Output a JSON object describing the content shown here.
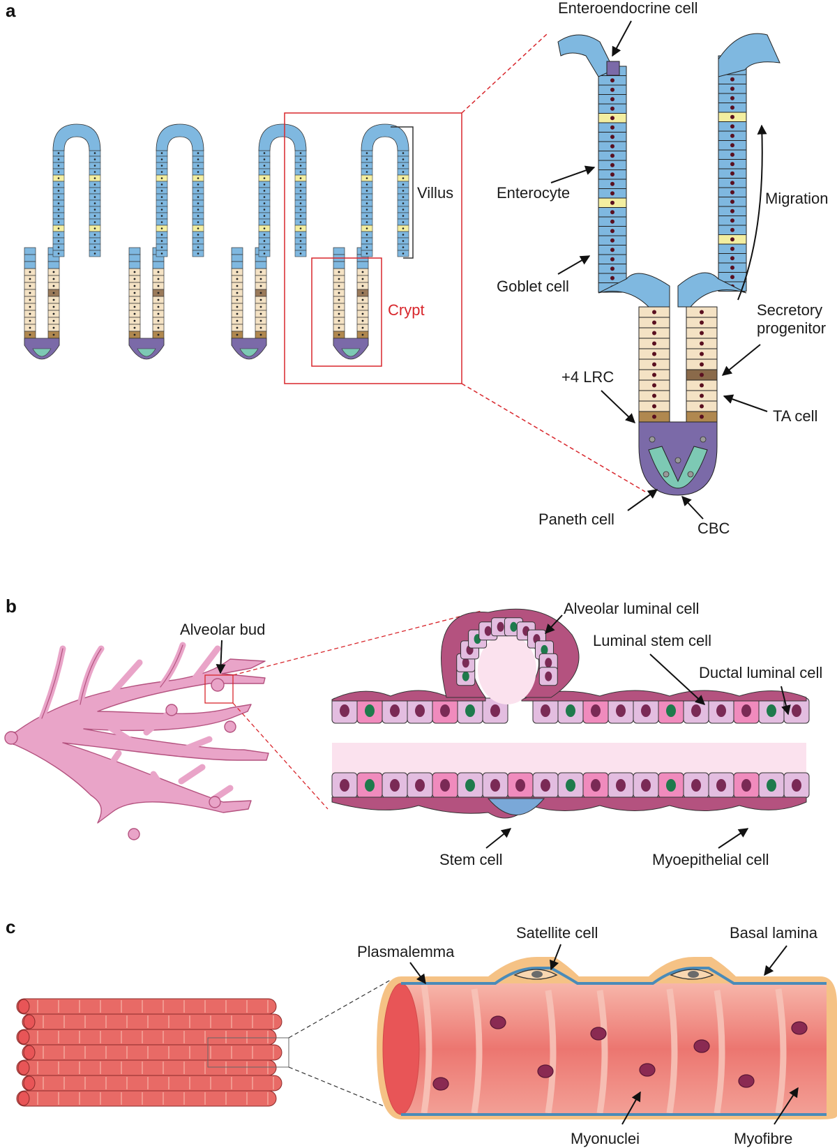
{
  "panels": {
    "a": {
      "letter": "a",
      "labels": {
        "villus": "Villus",
        "crypt": "Crypt",
        "enteroendocrine": "Enteroendocrine cell",
        "enterocyte": "Enterocyte",
        "migration": "Migration",
        "goblet": "Goblet cell",
        "secretory_1": "Secretory",
        "secretory_2": "progenitor",
        "lrc": "+4 LRC",
        "ta": "TA cell",
        "paneth": "Paneth cell",
        "cbc": "CBC"
      }
    },
    "b": {
      "letter": "b",
      "labels": {
        "alveolar_bud": "Alveolar bud",
        "alveolar_luminal": "Alveolar luminal cell",
        "luminal_stem": "Luminal stem cell",
        "ductal_luminal": "Ductal luminal cell",
        "stem": "Stem cell",
        "myoepithelial": "Myoepithelial cell"
      }
    },
    "c": {
      "letter": "c",
      "labels": {
        "satellite": "Satellite cell",
        "basal_lamina": "Basal lamina",
        "plasmalemma": "Plasmalemma",
        "myonuclei": "Myonuclei",
        "myofibre": "Myofibre"
      }
    }
  },
  "colors": {
    "enterocyte": "#7fb8e0",
    "goblet": "#f3eea0",
    "crypt_cell": "#f4e2c4",
    "paneth": "#7b6aa8",
    "cbc": "#7dc9b4",
    "lrc": "#b0884f",
    "highlight": "#d8262c",
    "mammary": "#e8a6c9",
    "myoepithelial": "#b4527f",
    "muscle": "#e86a66",
    "basal_lamina": "#f5c285",
    "plasmalemma": "#4a8bb8"
  }
}
